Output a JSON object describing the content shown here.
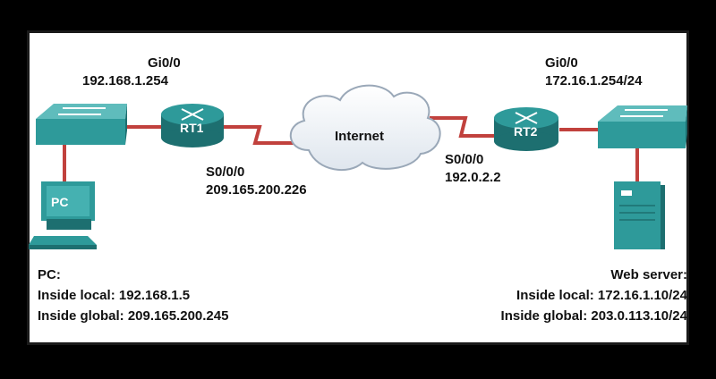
{
  "diagram": {
    "rt1": {
      "name": "RT1",
      "gi_interface": "Gi0/0",
      "gi_address": "192.168.1.254",
      "serial_interface": "S0/0/0",
      "serial_address": "209.165.200.226"
    },
    "rt2": {
      "name": "RT2",
      "gi_interface": "Gi0/0",
      "gi_address": "172.16.1.254/24",
      "serial_interface": "S0/0/0",
      "serial_address": "192.0.2.2"
    },
    "cloud_label": "Internet",
    "pc": {
      "screen_label": "PC",
      "caption": "PC:",
      "inside_local": "Inside local: 192.168.1.5",
      "inside_global": "Inside global: 209.165.200.245"
    },
    "web_server": {
      "caption": "Web server:",
      "inside_local": "Inside local: 172.16.1.10/24",
      "inside_global": "Inside global: 203.0.113.10/24"
    },
    "colors": {
      "device_teal": "#2e9a9a",
      "device_dark": "#1d6f70",
      "link_red": "#c1413d",
      "background": "#000000"
    }
  }
}
